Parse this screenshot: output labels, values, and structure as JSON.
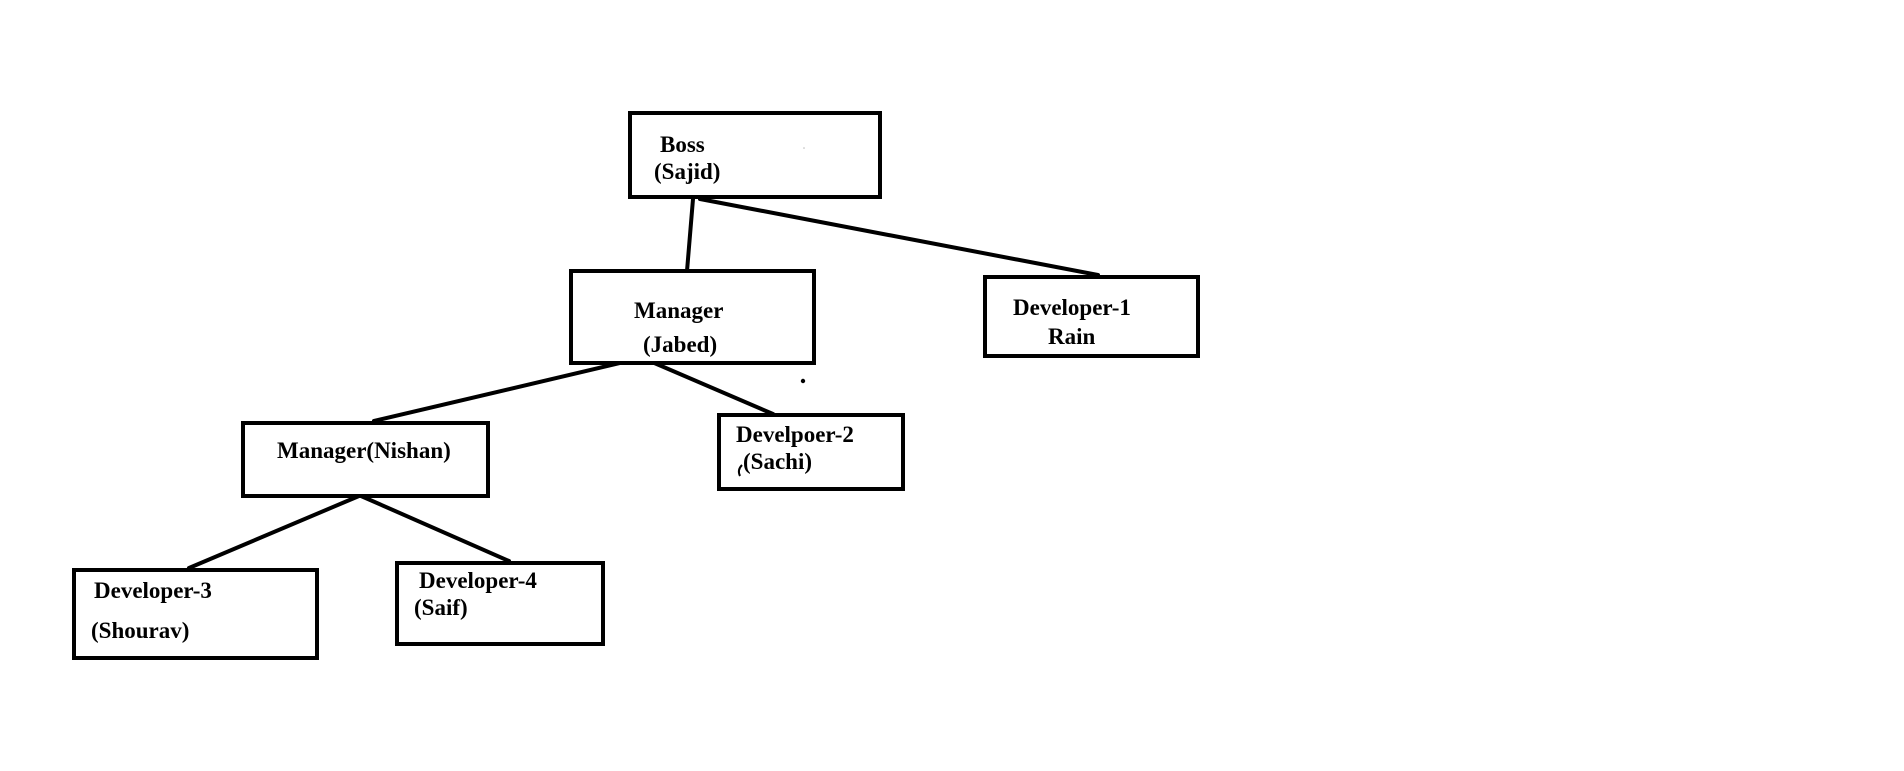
{
  "nodes": {
    "boss": {
      "line1": "Boss",
      "line2": "(Sajid)"
    },
    "manager_jabed": {
      "line1": "Manager",
      "line2": "(Jabed)"
    },
    "developer_1": {
      "line1": "Developer-1",
      "line2": "Rain"
    },
    "manager_nishan": {
      "line1": "Manager(Nishan)"
    },
    "developer_2": {
      "line1": "Develpoer-2",
      "line2": "(Sachi)"
    },
    "developer_3": {
      "line1": "Developer-3",
      "line2": "(Shourav)"
    },
    "developer_4": {
      "line1": "Developer-4",
      "line2": "(Saif)"
    }
  },
  "colors": {
    "line": "#000000",
    "background": "#ffffff"
  }
}
